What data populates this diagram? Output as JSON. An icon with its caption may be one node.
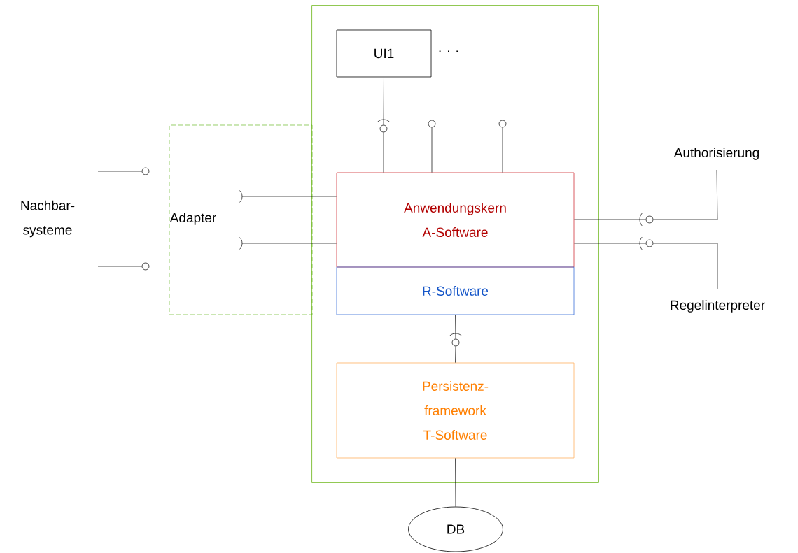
{
  "diagram": {
    "nodes": [
      {
        "text": [],
        "shape": "box"
      },
      {
        "text": [
          "UI1"
        ],
        "in": 0,
        "beside": [
          ". . ."
        ]
      },
      {
        "text": [
          "Anwendungskern",
          "A-Software"
        ],
        "in": 0
      },
      {
        "text": [
          "R-Software"
        ],
        "in": 0
      },
      {
        "text": [
          "Persistenz- framework",
          "T-Software"
        ],
        "in": 0
      },
      {
        "text": [
          "DB"
        ]
      },
      {
        "text": [
          "Adapter"
        ]
      },
      {
        "text": [
          "Nachbar- systeme"
        ]
      },
      {
        "text": [
          "Authorisierung"
        ]
      },
      {
        "text": [
          "Regelinterpreter"
        ]
      },
      {
        "text": [],
        "shape": "circle",
        "in": 0
      },
      {
        "text": [],
        "shape": "circle",
        "in": 0
      },
      {
        "text": [],
        "shape": "circle",
        "in": 0
      },
      {
        "text": [],
        "shape": "circle"
      },
      {
        "text": [],
        "shape": "circle"
      },
      {
        "text": [],
        "shape": "circle"
      },
      {
        "text": [],
        "shape": "circle"
      },
      {
        "text": [],
        "shape": "circle",
        "in": 0
      }
    ],
    "edges": [
      {
        "from": 1,
        "to": 10,
        "arrow": "none"
      },
      {
        "from": 2,
        "to": 10,
        "arrow": "none"
      },
      {
        "from": 2,
        "to": 11,
        "arrow": "none"
      },
      {
        "from": 2,
        "to": 12,
        "arrow": "none"
      },
      {
        "from": null,
        "to": 13,
        "arrow": "none"
      },
      {
        "from": null,
        "to": 14,
        "arrow": "none"
      },
      {
        "from": 2,
        "to": 6,
        "arrow": "none"
      },
      {
        "from": 2,
        "to": 6,
        "arrow": "none"
      },
      {
        "from": 2,
        "to": 15,
        "arrow": "none"
      },
      {
        "from": 8,
        "to": 15,
        "arrow": "none"
      },
      {
        "from": 2,
        "to": 16,
        "arrow": "none"
      },
      {
        "from": 9,
        "to": 16,
        "arrow": "none"
      },
      {
        "from": 3,
        "to": 17,
        "arrow": "none"
      },
      {
        "from": 4,
        "to": 17,
        "arrow": "none"
      },
      {
        "from": 4,
        "to": 5,
        "arrow": "none"
      }
    ]
  }
}
